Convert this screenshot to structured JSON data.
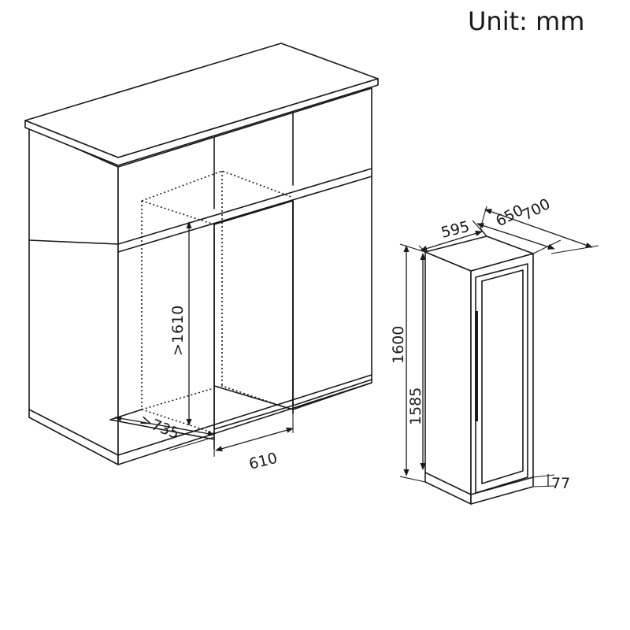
{
  "unit_label": "Unit: mm",
  "cabinet_niche": {
    "height": ">1610",
    "depth": ">735",
    "width": "610"
  },
  "appliance": {
    "width": "595",
    "depth_body": "650",
    "depth_total": "700",
    "height_total": "1600",
    "height_body": "1585",
    "plinth": "77"
  }
}
